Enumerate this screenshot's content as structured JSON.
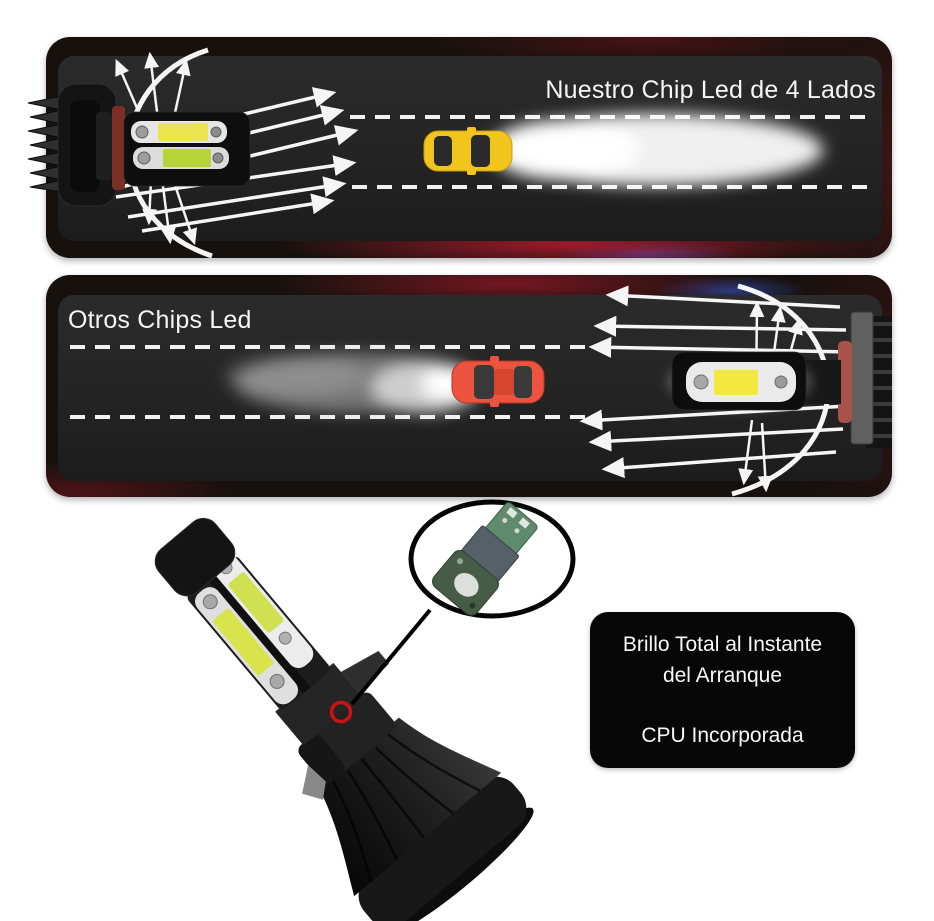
{
  "panels": {
    "ours": {
      "label": "Nuestro Chip Led de 4 Lados",
      "car_color_name": "yellow",
      "beam_style": "long focused white beam"
    },
    "others": {
      "label": "Otros Chips Led",
      "car_color_name": "red",
      "beam_style": "short diffuse beam"
    }
  },
  "callout_box": {
    "line1": "Brillo Total al Instante",
    "line2": "del Arranque",
    "line3": "CPU Incorporada"
  },
  "icons": {
    "magnifier_callout": "magnified CPU chip circle",
    "cpu_location_marker": "red circle on bulb body",
    "light_ray_arrows": "white beam-spread arrows"
  },
  "colors": {
    "page_bg": "#ffffff",
    "panel_bg": "#17110e",
    "road_bg": "#262626",
    "red_streak": "#ac1c2e",
    "blue_streak": "#2d46b4",
    "our_car": "#f2c51d",
    "other_car": "#ee5340",
    "beam": "#ffffff",
    "chip_yellow": "#e9e44f",
    "chip_green": "#b6d437",
    "gasket_red": "#7d2f26",
    "marker_red": "#d01111",
    "callout_bg": "#070707",
    "text": "#f5f5f5",
    "chip_pcb_green": "#475c46"
  }
}
